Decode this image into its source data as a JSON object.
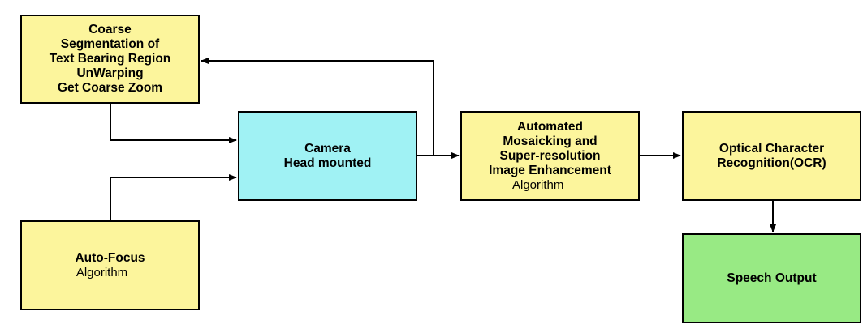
{
  "colors": {
    "yellow": "#fcf59c",
    "cyan": "#a0f2f4",
    "green": "#98ea84",
    "line": "#000000"
  },
  "boxes": {
    "coarse": {
      "lines": [
        "Coarse",
        "Segmentation of",
        "Text Bearing Region",
        "UnWarping",
        "Get Coarse Zoom"
      ]
    },
    "camera": {
      "lines": [
        "Camera",
        "Head mounted"
      ]
    },
    "mosaic": {
      "lines": [
        "Automated",
        "Mosaicking and",
        "Super-resolution",
        "Image Enhancement"
      ],
      "sub": "Algorithm"
    },
    "ocr": {
      "lines": [
        "Optical Character",
        "Recognition(OCR)"
      ]
    },
    "autofocus": {
      "lines": [
        "Auto-Focus"
      ],
      "sub": "Algorithm"
    },
    "speech": {
      "lines": [
        "Speech Output"
      ]
    }
  }
}
